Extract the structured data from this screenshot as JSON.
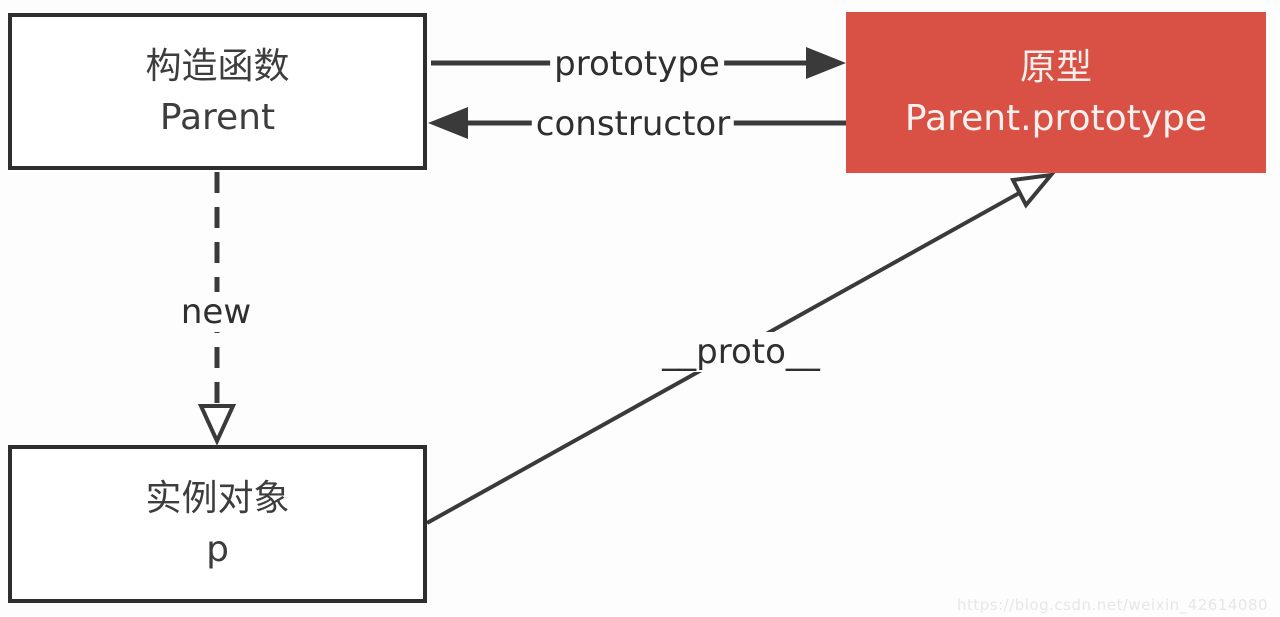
{
  "colors": {
    "page_background": "#fdfdfd",
    "box_border": "#2e2e2e",
    "box_text": "#3d3d3d",
    "prototype_box_fill": "#d95144",
    "prototype_box_text": "#f7f0ee",
    "arrow_line": "#3a3a3a",
    "watermark_text": "#e8e6e6"
  },
  "nodes": {
    "constructor_box": {
      "line1": "构造函数",
      "line2": "Parent"
    },
    "prototype_box": {
      "line1": "原型",
      "line2": "Parent.prototype"
    },
    "instance_box": {
      "line1": "实例对象",
      "line2": "p"
    }
  },
  "edges": {
    "prototype_label": "prototype",
    "constructor_label": "constructor",
    "new_label": "new",
    "proto_label": "__proto__"
  },
  "watermark": "https://blog.csdn.net/weixin_42614080"
}
